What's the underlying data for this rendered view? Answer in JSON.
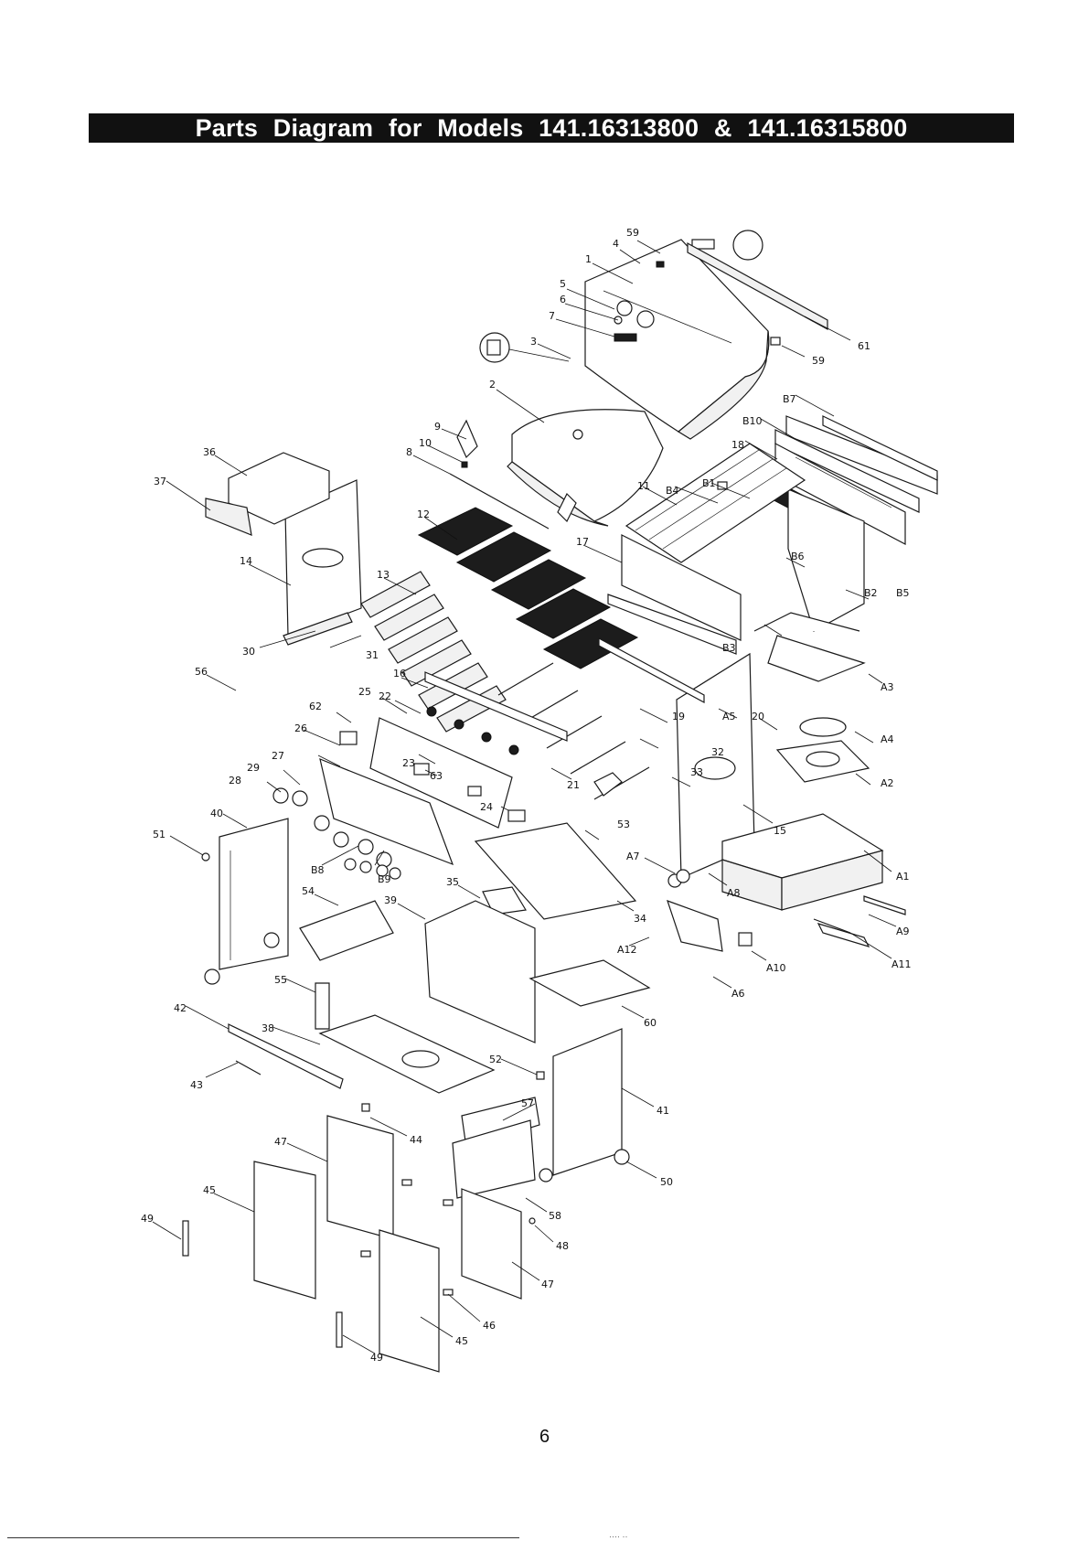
{
  "title": "Parts Diagram for Models 141.16313800 & 141.16315800",
  "page_number": "6",
  "footer": "···· ··",
  "callouts": [
    {
      "id": "c59a",
      "text": "59"
    },
    {
      "id": "c4",
      "text": "4"
    },
    {
      "id": "c1",
      "text": "1"
    },
    {
      "id": "c5",
      "text": "5"
    },
    {
      "id": "c6",
      "text": "6"
    },
    {
      "id": "c7",
      "text": "7"
    },
    {
      "id": "c3",
      "text": "3"
    },
    {
      "id": "c61",
      "text": "61"
    },
    {
      "id": "c59b",
      "text": "59"
    },
    {
      "id": "c2",
      "text": "2"
    },
    {
      "id": "cB7",
      "text": "B7"
    },
    {
      "id": "cB10",
      "text": "B10"
    },
    {
      "id": "c18",
      "text": "18"
    },
    {
      "id": "c9",
      "text": "9"
    },
    {
      "id": "c10",
      "text": "10"
    },
    {
      "id": "c8",
      "text": "8"
    },
    {
      "id": "c36",
      "text": "36"
    },
    {
      "id": "c37",
      "text": "37"
    },
    {
      "id": "c11",
      "text": "11"
    },
    {
      "id": "cB4",
      "text": "B4"
    },
    {
      "id": "cB1",
      "text": "B1"
    },
    {
      "id": "c12",
      "text": "12"
    },
    {
      "id": "c17",
      "text": "17"
    },
    {
      "id": "cB6",
      "text": "B6"
    },
    {
      "id": "cB2",
      "text": "B2"
    },
    {
      "id": "cB5",
      "text": "B5"
    },
    {
      "id": "c14",
      "text": "14"
    },
    {
      "id": "c13",
      "text": "13"
    },
    {
      "id": "cB3",
      "text": "B3"
    },
    {
      "id": "c30",
      "text": "30"
    },
    {
      "id": "c31",
      "text": "31"
    },
    {
      "id": "c56",
      "text": "56"
    },
    {
      "id": "c16",
      "text": "16"
    },
    {
      "id": "cA3",
      "text": "A3"
    },
    {
      "id": "c62",
      "text": "62"
    },
    {
      "id": "c25",
      "text": "25"
    },
    {
      "id": "c22",
      "text": "22"
    },
    {
      "id": "c19",
      "text": "19"
    },
    {
      "id": "cA5",
      "text": "A5"
    },
    {
      "id": "c20",
      "text": "20"
    },
    {
      "id": "cA4",
      "text": "A4"
    },
    {
      "id": "c26",
      "text": "26"
    },
    {
      "id": "c23",
      "text": "23"
    },
    {
      "id": "c32",
      "text": "32"
    },
    {
      "id": "c63",
      "text": "63"
    },
    {
      "id": "c27",
      "text": "27"
    },
    {
      "id": "c21",
      "text": "21"
    },
    {
      "id": "cA2",
      "text": "A2"
    },
    {
      "id": "c29",
      "text": "29"
    },
    {
      "id": "c33",
      "text": "33"
    },
    {
      "id": "c28",
      "text": "28"
    },
    {
      "id": "c24",
      "text": "24"
    },
    {
      "id": "c15",
      "text": "15"
    },
    {
      "id": "c40",
      "text": "40"
    },
    {
      "id": "c53",
      "text": "53"
    },
    {
      "id": "c51",
      "text": "51"
    },
    {
      "id": "cA7",
      "text": "A7"
    },
    {
      "id": "cB8",
      "text": "B8"
    },
    {
      "id": "cB9",
      "text": "B9"
    },
    {
      "id": "c35",
      "text": "35"
    },
    {
      "id": "cA8",
      "text": "A8"
    },
    {
      "id": "cA1",
      "text": "A1"
    },
    {
      "id": "c54",
      "text": "54"
    },
    {
      "id": "c39",
      "text": "39"
    },
    {
      "id": "c34",
      "text": "34"
    },
    {
      "id": "cA9",
      "text": "A9"
    },
    {
      "id": "cA12",
      "text": "A12"
    },
    {
      "id": "cA10",
      "text": "A10"
    },
    {
      "id": "cA11",
      "text": "A11"
    },
    {
      "id": "cA6",
      "text": "A6"
    },
    {
      "id": "c55",
      "text": "55"
    },
    {
      "id": "c60",
      "text": "60"
    },
    {
      "id": "c42",
      "text": "42"
    },
    {
      "id": "c38",
      "text": "38"
    },
    {
      "id": "c52",
      "text": "52"
    },
    {
      "id": "c43",
      "text": "43"
    },
    {
      "id": "c41",
      "text": "41"
    },
    {
      "id": "c57",
      "text": "57"
    },
    {
      "id": "c44",
      "text": "44"
    },
    {
      "id": "c47a",
      "text": "47"
    },
    {
      "id": "c50",
      "text": "50"
    },
    {
      "id": "c45a",
      "text": "45"
    },
    {
      "id": "c58",
      "text": "58"
    },
    {
      "id": "c49a",
      "text": "49"
    },
    {
      "id": "c48",
      "text": "48"
    },
    {
      "id": "c47b",
      "text": "47"
    },
    {
      "id": "c46",
      "text": "46"
    },
    {
      "id": "c45b",
      "text": "45"
    },
    {
      "id": "c49b",
      "text": "49"
    }
  ]
}
